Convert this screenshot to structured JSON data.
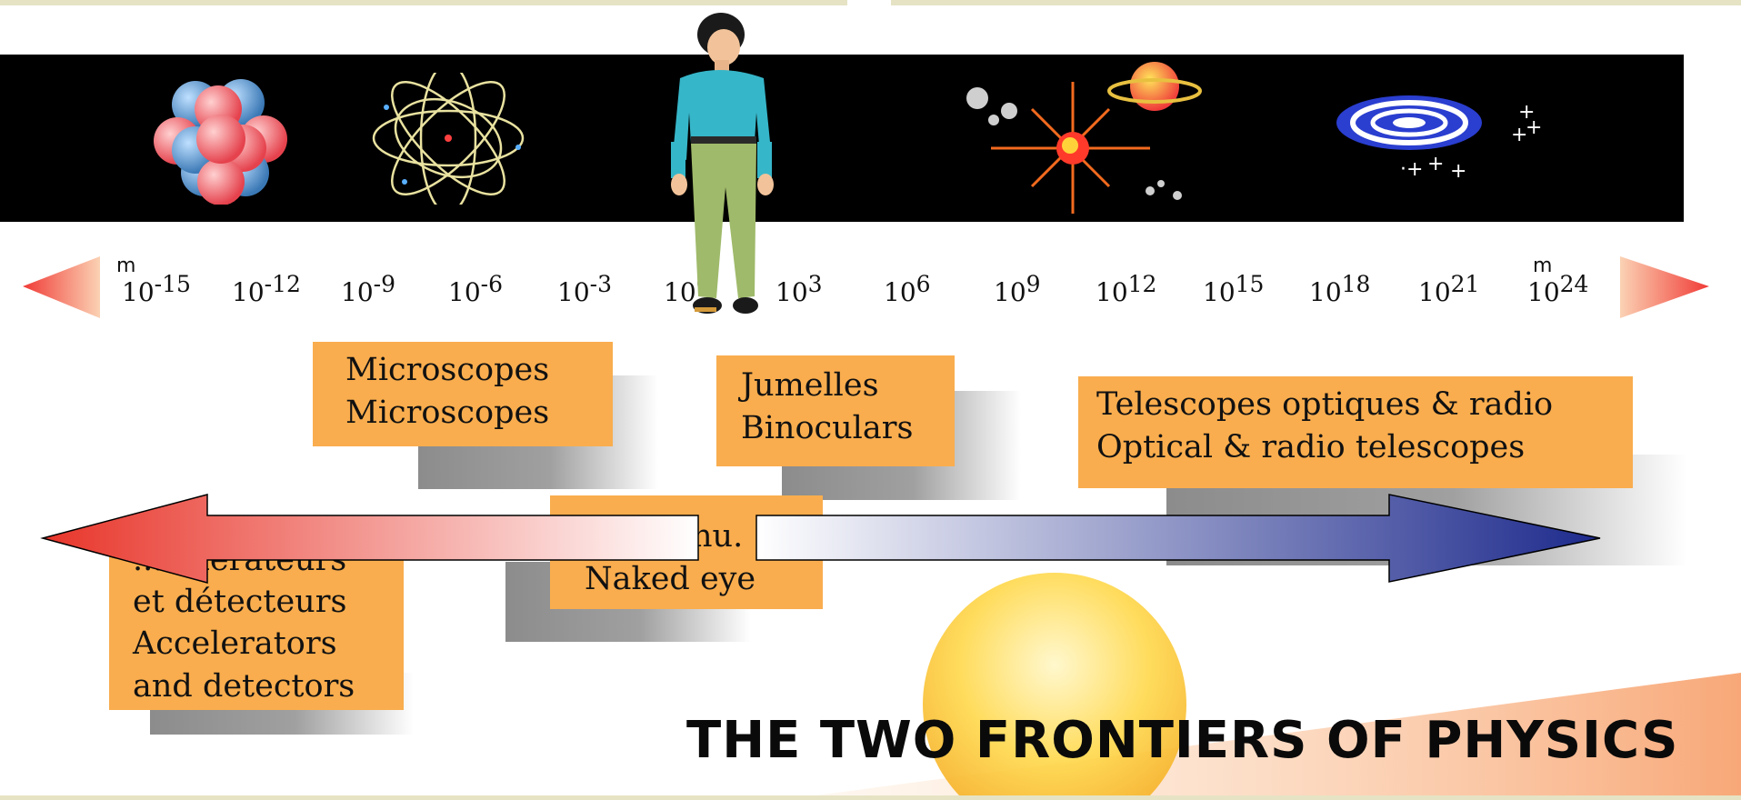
{
  "title": "THE TWO FRONTIERS OF PHYSICS",
  "scale": {
    "unit_left": "m",
    "unit_right": "m",
    "ticks": [
      {
        "base": "10",
        "exp": "-15"
      },
      {
        "base": "10",
        "exp": "-12"
      },
      {
        "base": "10",
        "exp": "-9"
      },
      {
        "base": "10",
        "exp": "-6"
      },
      {
        "base": "10",
        "exp": "-3"
      },
      {
        "base": "10",
        "exp": "0"
      },
      {
        "base": "10",
        "exp": "3"
      },
      {
        "base": "10",
        "exp": "6"
      },
      {
        "base": "10",
        "exp": "9"
      },
      {
        "base": "10",
        "exp": "12"
      },
      {
        "base": "10",
        "exp": "15"
      },
      {
        "base": "10",
        "exp": "18"
      },
      {
        "base": "10",
        "exp": "21"
      },
      {
        "base": "10",
        "exp": "24"
      }
    ]
  },
  "instruments": {
    "microscopes": {
      "line1": "Microscopes",
      "line2": "Microscopes"
    },
    "binoculars": {
      "line1": "Jumelles",
      "line2": "Binoculars"
    },
    "telescopes": {
      "line1": "Telescopes optiques & radio",
      "line2": "Optical & radio telescopes"
    },
    "naked_eye": {
      "line1": "nu.",
      "line2": "Naked eye"
    },
    "accelerators": {
      "line1": "...célérateurs",
      "line2": "et détecteurs",
      "line3": "Accelerators",
      "line4": "and detectors"
    }
  },
  "colors": {
    "box": "#f9ad4e",
    "band": "#000000",
    "arrow_left": "#e8352a",
    "arrow_right": "#1d2a8c",
    "scale_arrow": "#f25a4a"
  },
  "icons": [
    "nucleus-icon",
    "atom-icon",
    "person-illustration",
    "star-system-icon",
    "planet-icon",
    "galaxy-icon"
  ]
}
